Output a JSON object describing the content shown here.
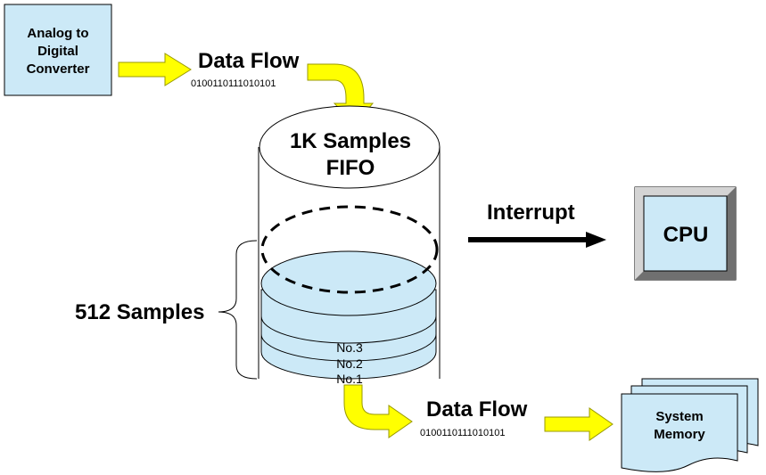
{
  "adc": {
    "line1": "Analog to",
    "line2": "Digital",
    "line3": "Converter"
  },
  "flow_top": {
    "label": "Data Flow",
    "bits": "0100110111010101"
  },
  "fifo": {
    "line1": "1K Samples",
    "line2": "FIFO"
  },
  "interrupt": {
    "label": "Interrupt"
  },
  "cpu": {
    "label": "CPU"
  },
  "samples": {
    "label": "512 Samples"
  },
  "layers": [
    "No.3",
    "No.2",
    "No.1"
  ],
  "flow_bottom": {
    "label": "Data Flow",
    "bits": "0100110111010101"
  },
  "memory": {
    "line1": "System",
    "line2": "Memory"
  },
  "colors": {
    "box_fill": "#cce9f7",
    "arrow_yellow": "#ffff00",
    "arrow_outline": "#999900",
    "cpu_bevel": "#a0a0a0"
  }
}
